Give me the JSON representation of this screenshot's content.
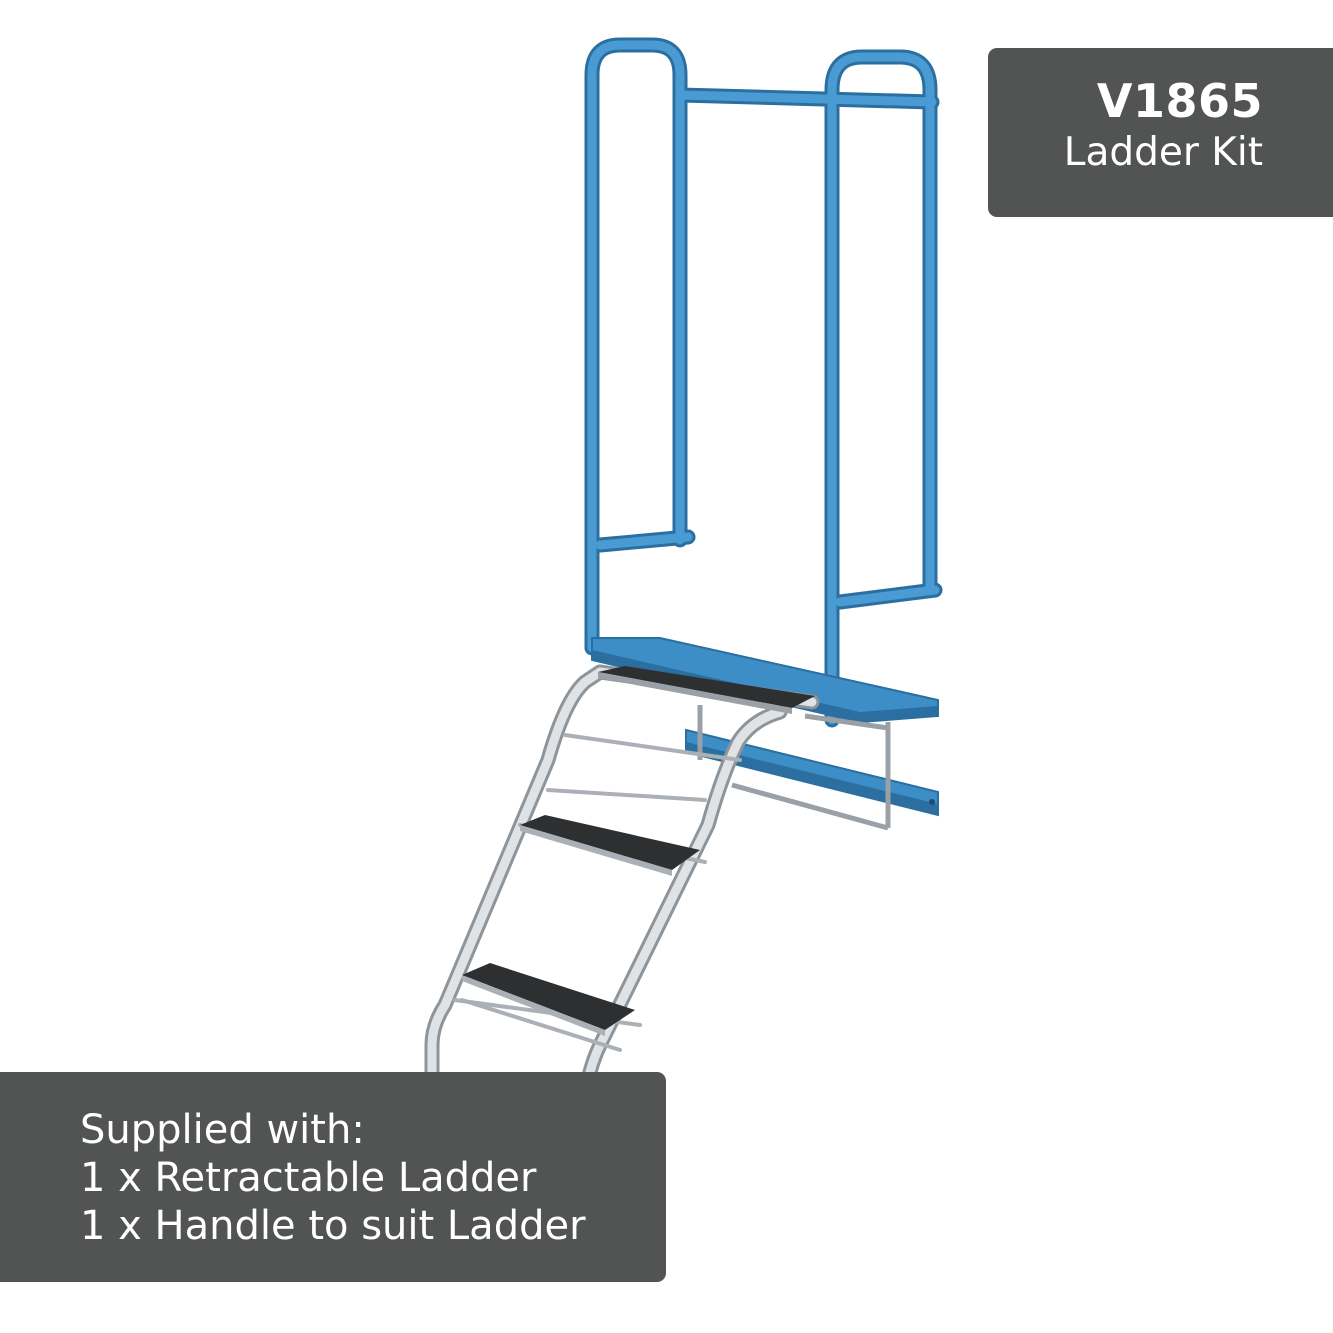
{
  "title_panel": {
    "model_code": "V1865",
    "description": "Ladder Kit"
  },
  "supply_panel": {
    "heading": "Supplied with:",
    "items": [
      "1 x Retractable Ladder",
      "1 x Handle to suit Ladder"
    ]
  },
  "colors": {
    "frame": "#3d8dc7",
    "frame_dark": "#2a6f9f",
    "steel": "#c8cdd2",
    "tread": "#2e2f31",
    "panel": "#525453"
  },
  "icons": [
    "ladder-kit-illustration"
  ]
}
